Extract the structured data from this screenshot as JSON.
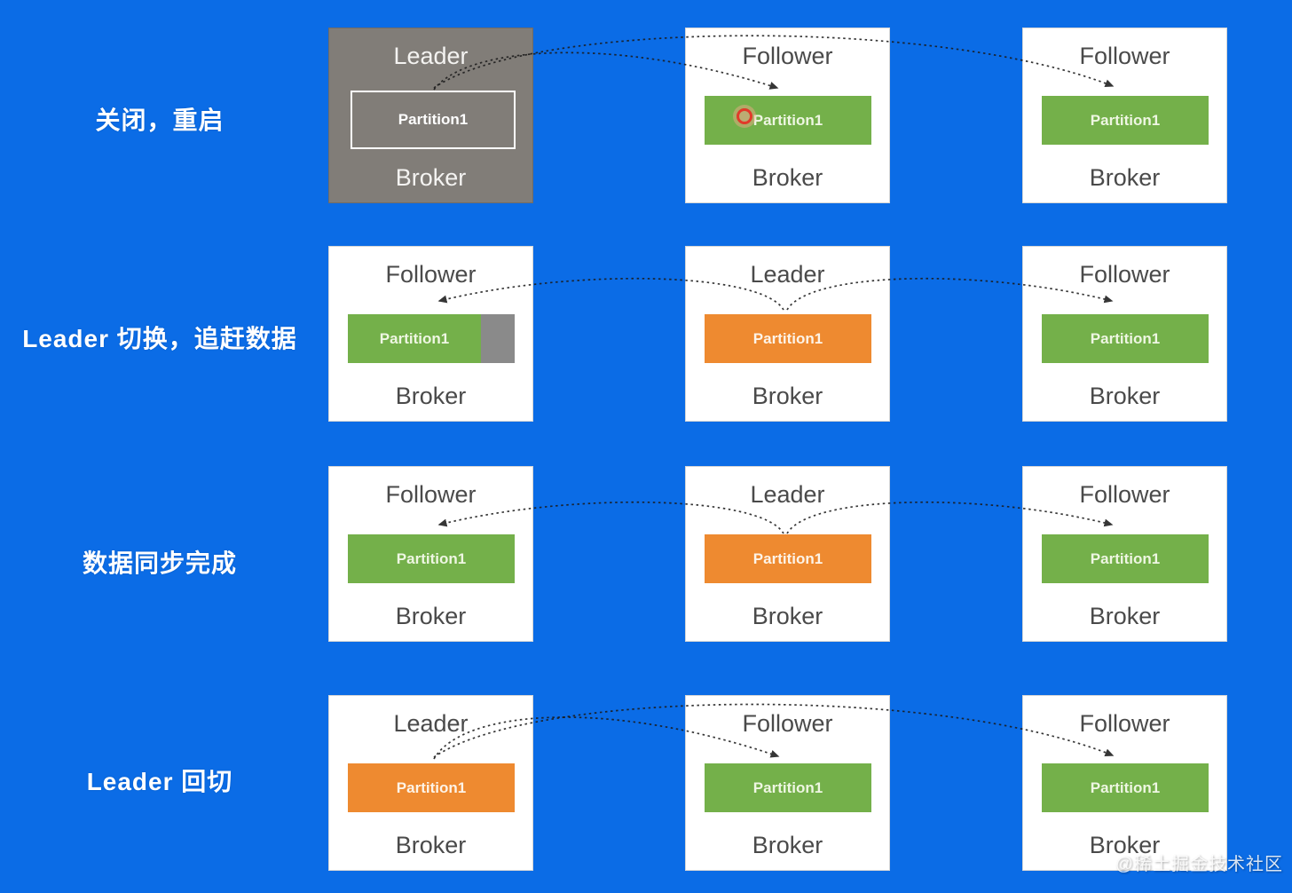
{
  "diagram": {
    "topic": "Kafka broker leader/follower partition failover",
    "background_color": "#0b6ce6",
    "colors": {
      "partition_green": "#74b04a",
      "partition_orange": "#ee8a30",
      "shutdown_broker_gray": "#817d78",
      "unsynced_segment_gray": "#8a8a8a",
      "arrow_black": "#1b1b1b",
      "click_indicator_red": "#e23a2a"
    }
  },
  "rows": [
    {
      "label": "关闭，重启",
      "brokers": [
        {
          "role": "Leader",
          "partition": "Partition1",
          "footer": "Broker",
          "state": "shutdown-gray-outlined-partition"
        },
        {
          "role": "Follower",
          "partition": "Partition1",
          "footer": "Broker",
          "state": "green-with-click-indicator"
        },
        {
          "role": "Follower",
          "partition": "Partition1",
          "footer": "Broker",
          "state": "green"
        }
      ]
    },
    {
      "label": "Leader 切换，追赶数据",
      "brokers": [
        {
          "role": "Follower",
          "partition": "Partition1",
          "footer": "Broker",
          "state": "green-catching-up-gray-segment"
        },
        {
          "role": "Leader",
          "partition": "Partition1",
          "footer": "Broker",
          "state": "orange"
        },
        {
          "role": "Follower",
          "partition": "Partition1",
          "footer": "Broker",
          "state": "green"
        }
      ]
    },
    {
      "label": "数据同步完成",
      "brokers": [
        {
          "role": "Follower",
          "partition": "Partition1",
          "footer": "Broker",
          "state": "green"
        },
        {
          "role": "Leader",
          "partition": "Partition1",
          "footer": "Broker",
          "state": "orange"
        },
        {
          "role": "Follower",
          "partition": "Partition1",
          "footer": "Broker",
          "state": "green"
        }
      ]
    },
    {
      "label": "Leader 回切",
      "brokers": [
        {
          "role": "Leader",
          "partition": "Partition1",
          "footer": "Broker",
          "state": "orange"
        },
        {
          "role": "Follower",
          "partition": "Partition1",
          "footer": "Broker",
          "state": "green"
        },
        {
          "role": "Follower",
          "partition": "Partition1",
          "footer": "Broker",
          "state": "green"
        }
      ]
    }
  ],
  "arrows": [
    {
      "row": 0,
      "from": "broker-1-leader",
      "to": "broker-2-follower"
    },
    {
      "row": 0,
      "from": "broker-1-leader",
      "to": "broker-3-follower"
    },
    {
      "row": 1,
      "from": "broker-2-leader",
      "to": "broker-1-follower"
    },
    {
      "row": 1,
      "from": "broker-2-leader",
      "to": "broker-3-follower"
    },
    {
      "row": 2,
      "from": "broker-2-leader",
      "to": "broker-1-follower"
    },
    {
      "row": 2,
      "from": "broker-2-leader",
      "to": "broker-3-follower"
    },
    {
      "row": 3,
      "from": "broker-1-leader",
      "to": "broker-2-follower"
    },
    {
      "row": 3,
      "from": "broker-1-leader",
      "to": "broker-3-follower"
    }
  ],
  "watermark": {
    "text": "@稀土掘金技术社区"
  }
}
